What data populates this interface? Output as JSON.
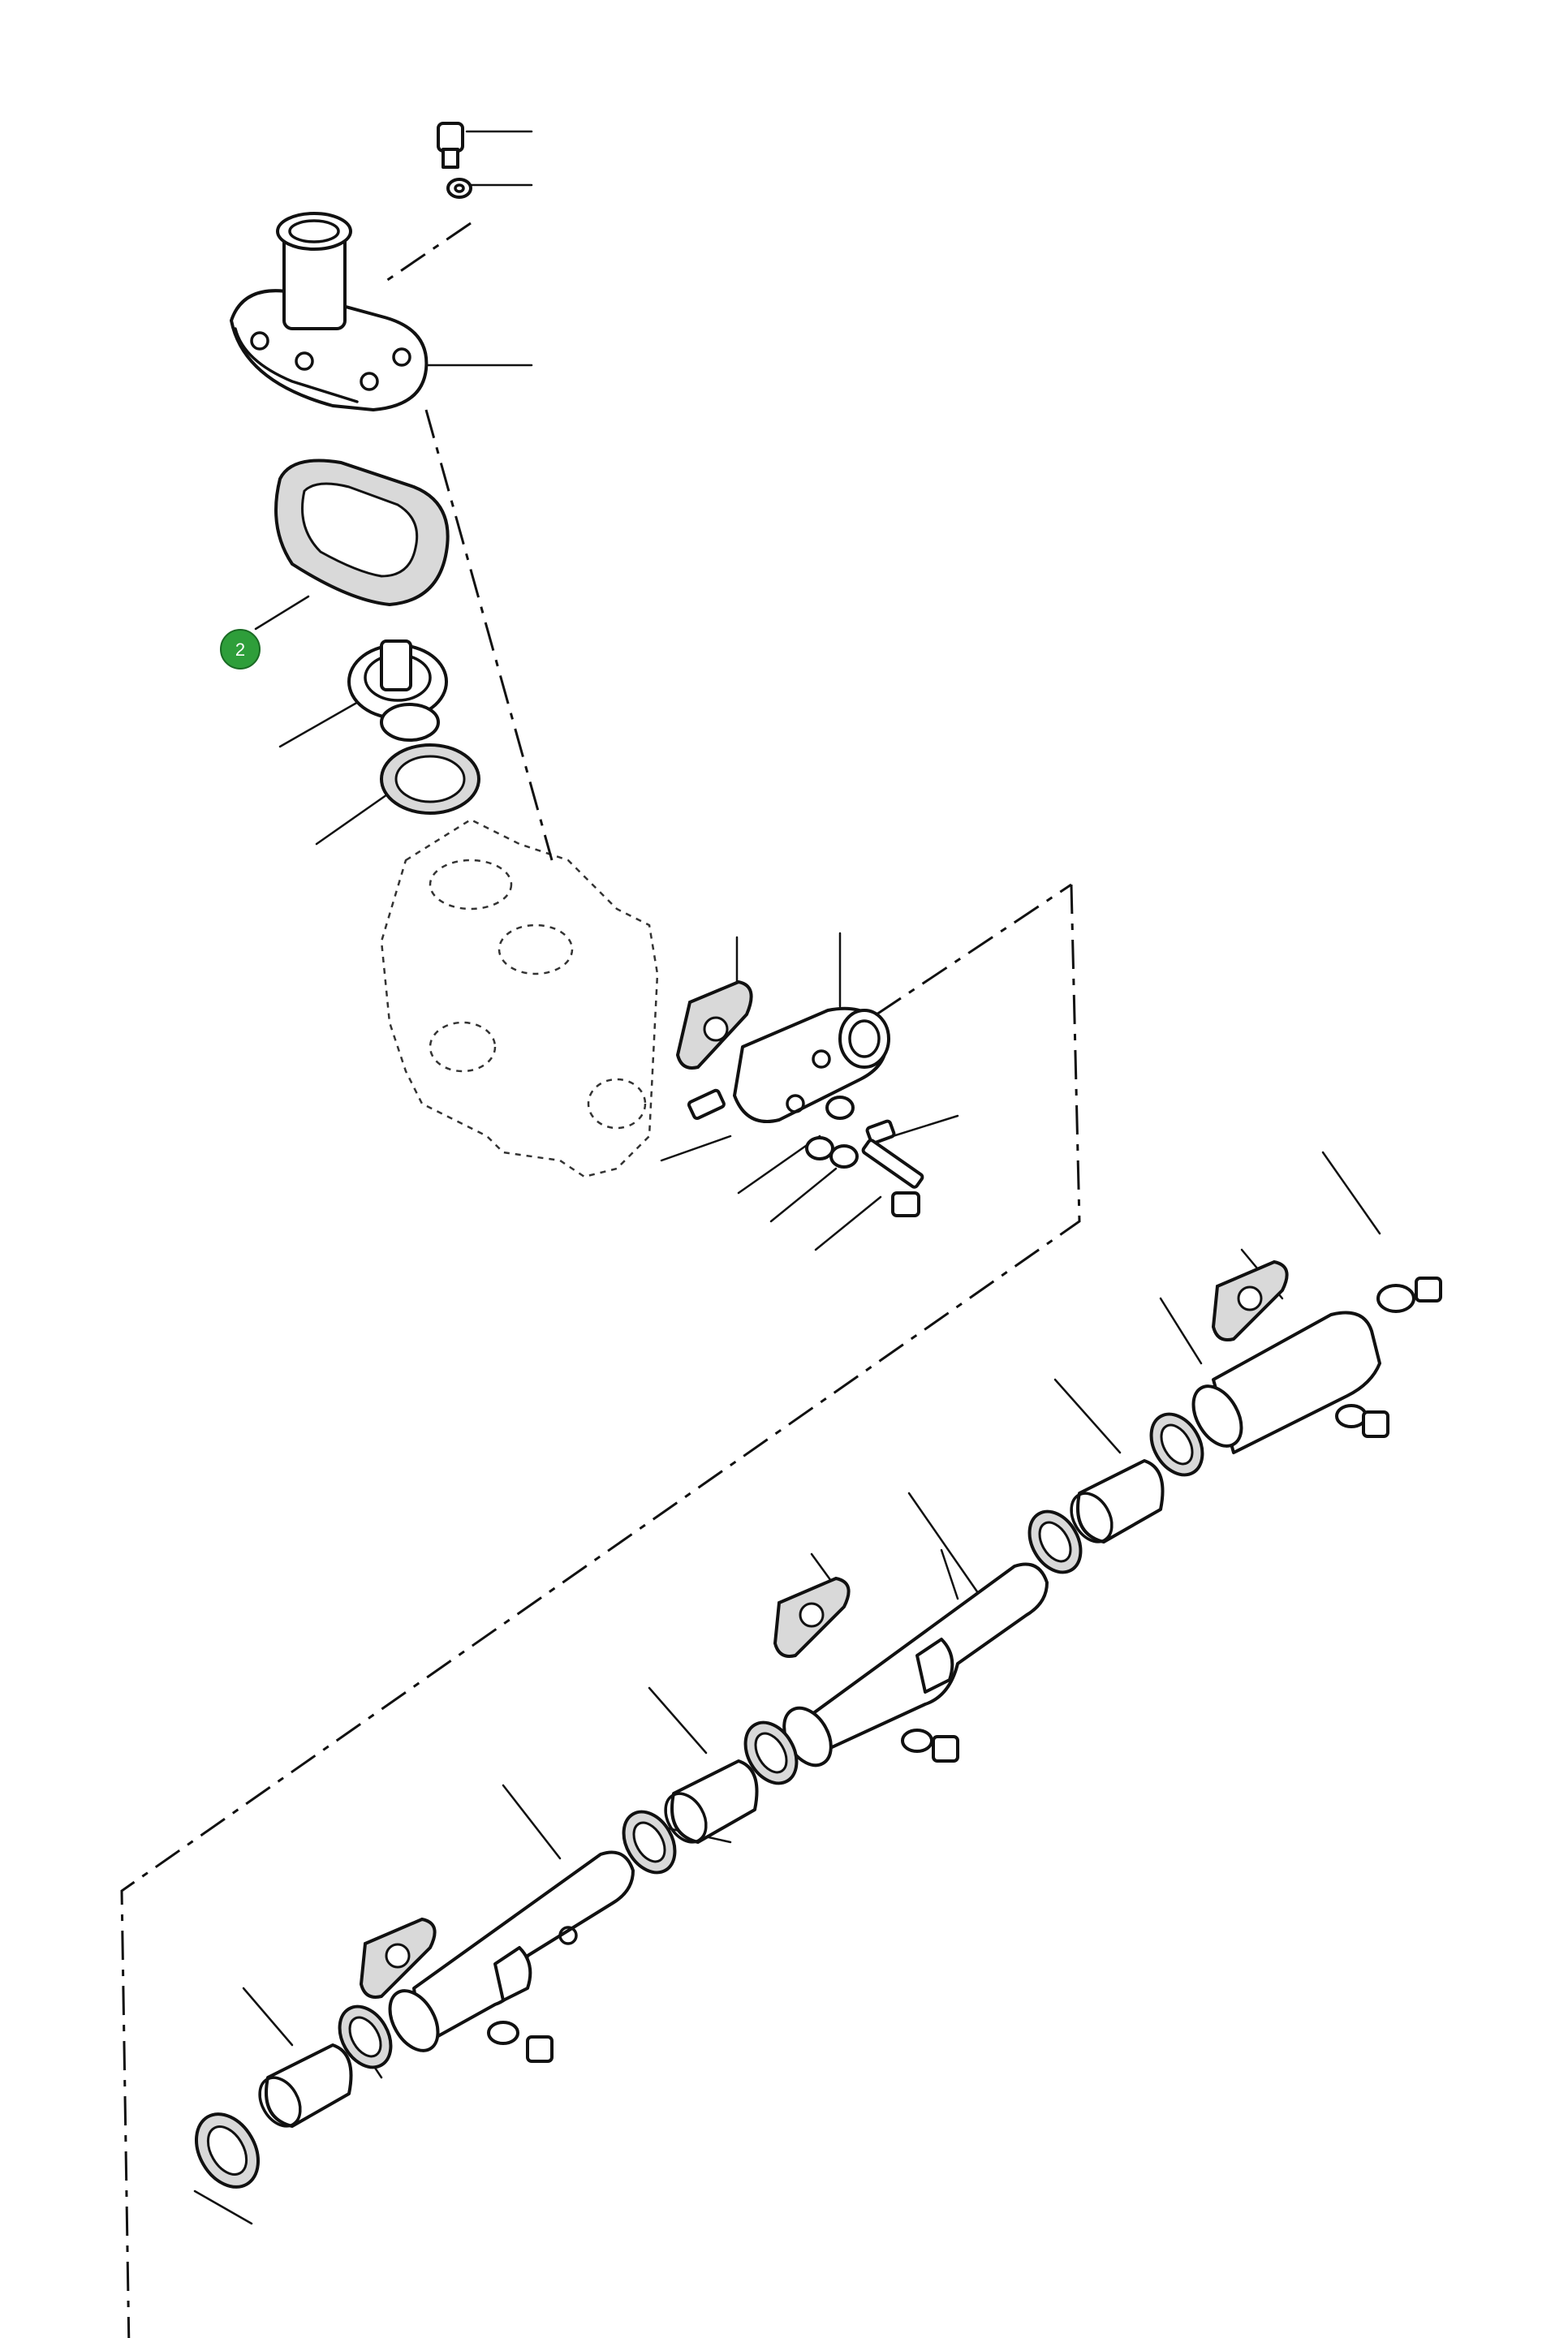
{
  "callouts": [
    {
      "id": "callout-2",
      "label": "2",
      "color": "#2e9e3a"
    }
  ],
  "icons": [
    "part-callout-marker"
  ]
}
